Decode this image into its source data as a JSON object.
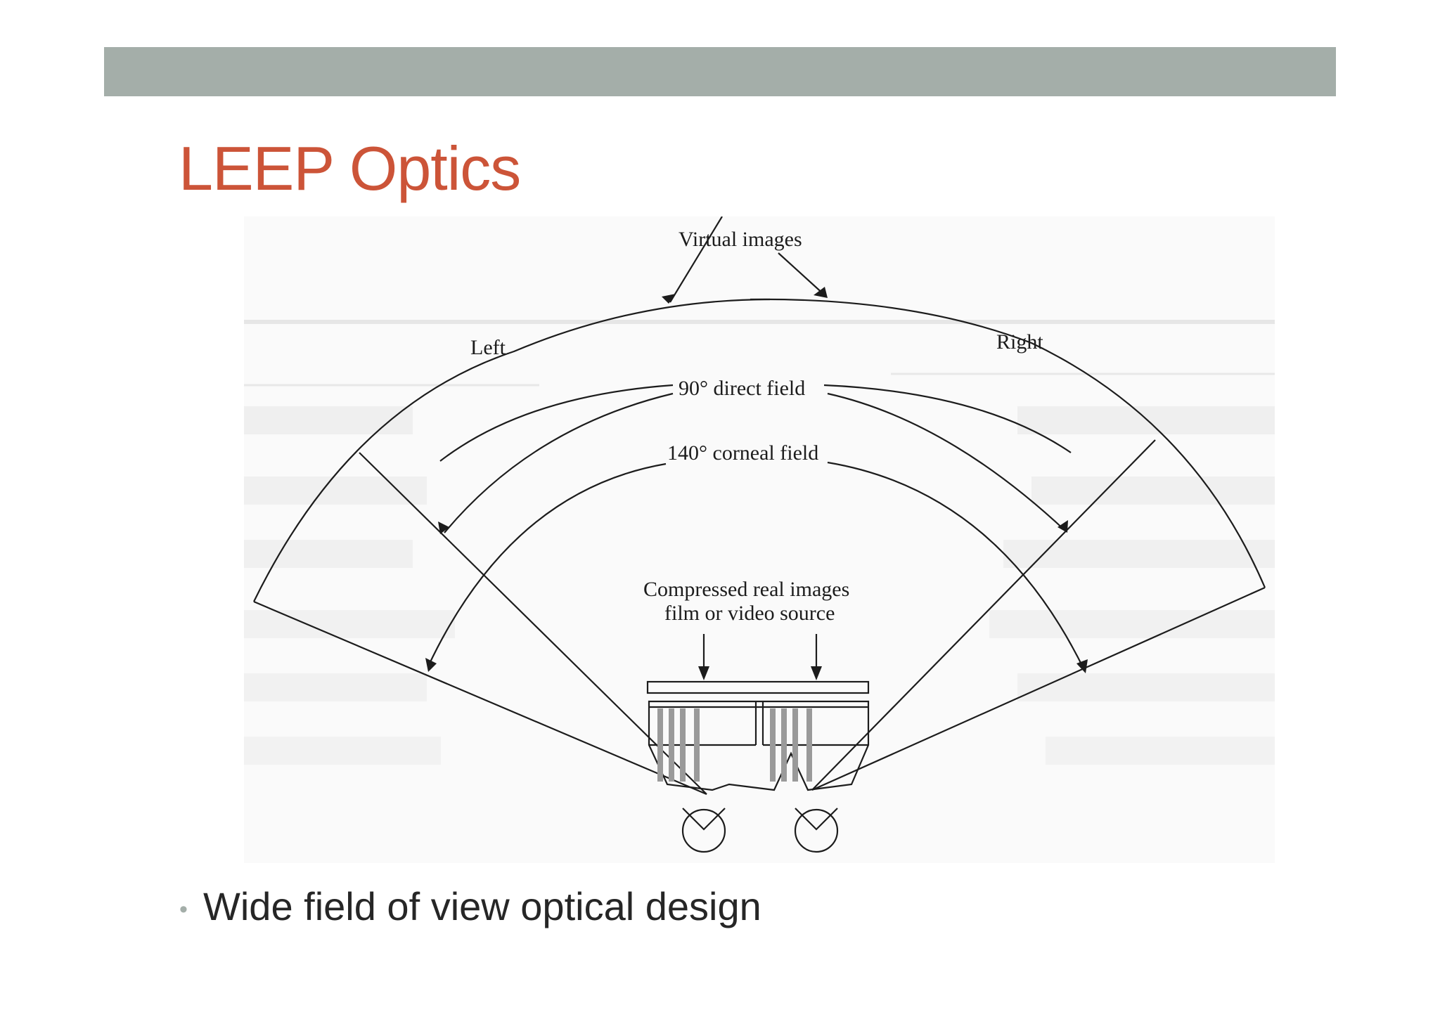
{
  "slide": {
    "title": "LEEP Optics",
    "bullets": [
      "Wide field of view optical design"
    ]
  },
  "diagram": {
    "labels": {
      "virtual_images": "Virtual images",
      "left": "Left",
      "right": "Right",
      "direct_field": "90° direct field",
      "corneal_field": "140° corneal field",
      "compressed_line1": "Compressed real images",
      "compressed_line2": "film or video source"
    }
  },
  "colors": {
    "title": "#cc5438",
    "top_bar": "#a4aea9",
    "bullet_text": "#262626",
    "bullet_dot": "#a4aea9",
    "line_art": "#1c1c1c"
  }
}
